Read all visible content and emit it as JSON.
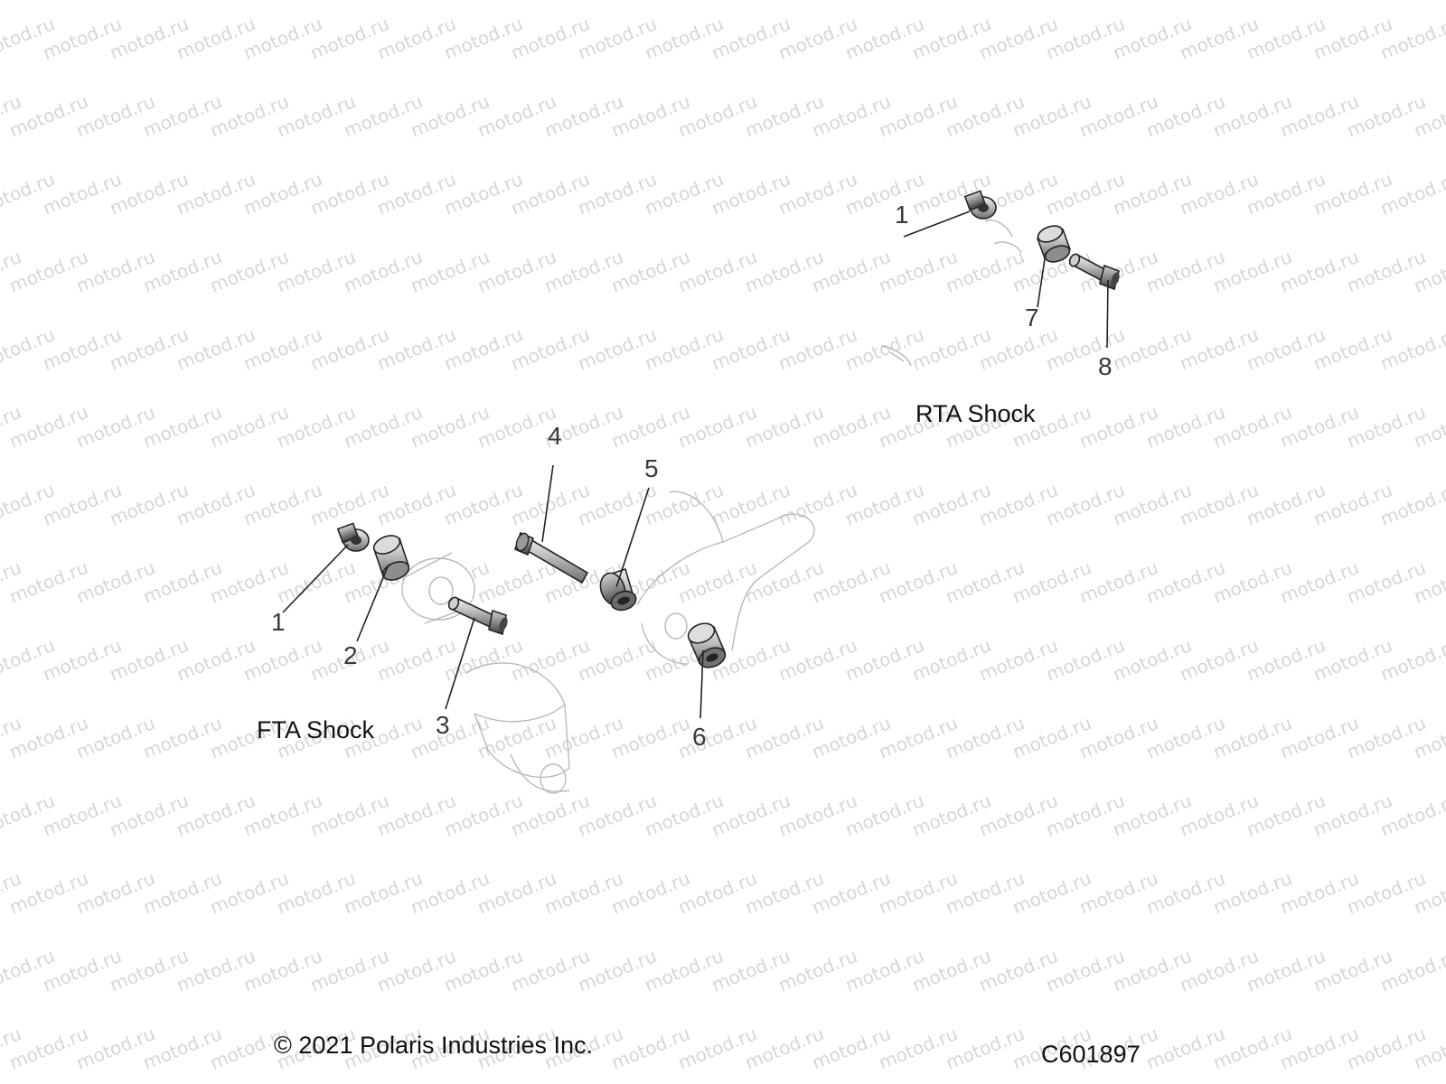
{
  "watermark_text": "motod.ru",
  "sections": {
    "fta": "FTA Shock",
    "rta": "RTA Shock"
  },
  "callouts": {
    "fta_1": "1",
    "fta_2": "2",
    "fta_3": "3",
    "fta_4": "4",
    "fta_5": "5",
    "fta_6": "6",
    "rta_1": "1",
    "rta_7": "7",
    "rta_8": "8"
  },
  "copyright": "© 2021 Polaris Industries Inc.",
  "diagram_id": "C601897"
}
